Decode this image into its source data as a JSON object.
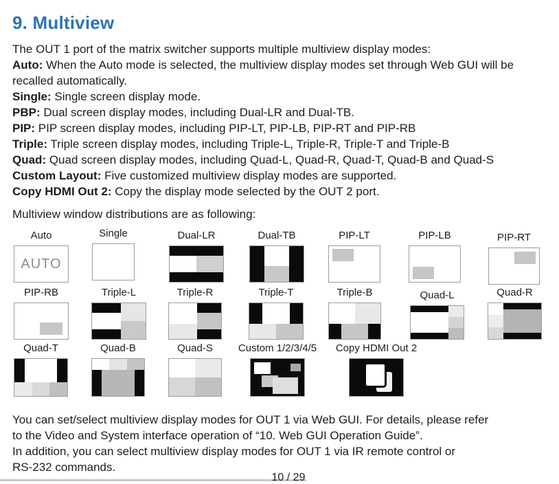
{
  "page": {
    "title": "9. Multiview",
    "footer_page_number": "10 / 29"
  },
  "palette": {
    "heading_blue": "#2e73b5",
    "text_black": "#1d1d1f",
    "diagram_black": "#0d0a0b",
    "diagram_border_gray": "#9c9c9c",
    "pip_window_gray": "#c6c6c6",
    "light_gray": "#e8e8e8",
    "mid_gray": "#c9c9c9",
    "dark_mid_gray": "#b5b5b5",
    "auto_text_gray": "#8c8c8c"
  },
  "intro": {
    "entries": [
      {
        "bold": "",
        "text": "The OUT 1 port of the matrix switcher supports multiple multiview display modes:"
      },
      {
        "bold": "Auto:",
        "text": " When the Auto mode is selected, the multiview display modes set through Web GUI will be recalled automatically."
      },
      {
        "bold": "Single:",
        "text": " Single screen display mode."
      },
      {
        "bold": "PBP:",
        "text": " Dual screen display modes, including Dual-LR and Dual-TB."
      },
      {
        "bold": "PIP:",
        "text": " PIP screen display modes, including PIP-LT, PIP-LB, PIP-RT and PIP-RB"
      },
      {
        "bold": "Triple:",
        "text": " Triple screen display modes, including Triple-L, Triple-R, Triple-T and Triple-B"
      },
      {
        "bold": "Quad:",
        "text": " Quad screen display modes, including Quad-L, Quad-R, Quad-T, Quad-B and Quad-S"
      },
      {
        "bold": "Custom Layout:",
        "text": " Five customized multiview display modes are supported."
      },
      {
        "bold": "Copy HDMI Out 2:",
        "text": " Copy the display mode selected by the OUT 2 port."
      }
    ]
  },
  "distributions_heading": "Multiview window distributions are as following:",
  "tiles": [
    {
      "id": "auto",
      "label": "Auto",
      "inner_text": "AUTO"
    },
    {
      "id": "single",
      "label": "Single"
    },
    {
      "id": "dual-lr",
      "label": "Dual-LR"
    },
    {
      "id": "dual-tb",
      "label": "Dual-TB"
    },
    {
      "id": "pip-lt",
      "label": "PIP-LT"
    },
    {
      "id": "pip-lb",
      "label": "PIP-LB"
    },
    {
      "id": "pip-rt",
      "label": "PIP-RT"
    },
    {
      "id": "pip-rb",
      "label": "PIP-RB"
    },
    {
      "id": "triple-l",
      "label": "Triple-L"
    },
    {
      "id": "triple-r",
      "label": "Triple-R"
    },
    {
      "id": "triple-t",
      "label": "Triple-T"
    },
    {
      "id": "triple-b",
      "label": "Triple-B"
    },
    {
      "id": "quad-l",
      "label": "Quad-L"
    },
    {
      "id": "quad-r",
      "label": "Quad-R"
    },
    {
      "id": "quad-t",
      "label": "Quad-T"
    },
    {
      "id": "quad-b",
      "label": "Quad-B"
    },
    {
      "id": "quad-s",
      "label": "Quad-S"
    },
    {
      "id": "custom",
      "label": "Custom 1/2/3/4/5"
    },
    {
      "id": "copy-hdmi-out-2",
      "label": "Copy HDMI Out 2"
    }
  ],
  "outro": {
    "lines": [
      "You can set/select multiview display modes for OUT 1 via Web GUI. For details, please refer",
      "to the Video and System interface operation of  “10. Web GUI Operation Guide”.",
      "In addition, you can select multiview display modes for OUT 1 via IR remote control or",
      "RS-232 commands."
    ]
  }
}
